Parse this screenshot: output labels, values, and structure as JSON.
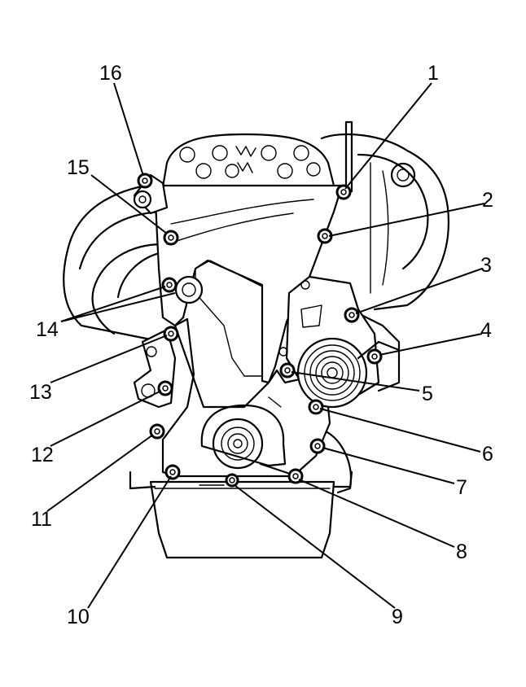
{
  "callouts": [
    {
      "number": "1"
    },
    {
      "number": "2"
    },
    {
      "number": "3"
    },
    {
      "number": "4"
    },
    {
      "number": "5"
    },
    {
      "number": "6"
    },
    {
      "number": "7"
    },
    {
      "number": "8"
    },
    {
      "number": "9"
    },
    {
      "number": "10"
    },
    {
      "number": "11"
    },
    {
      "number": "12"
    },
    {
      "number": "13"
    },
    {
      "number": "14"
    },
    {
      "number": "15"
    },
    {
      "number": "16"
    }
  ],
  "colors": {
    "line": "#000000",
    "background": "#ffffff"
  }
}
